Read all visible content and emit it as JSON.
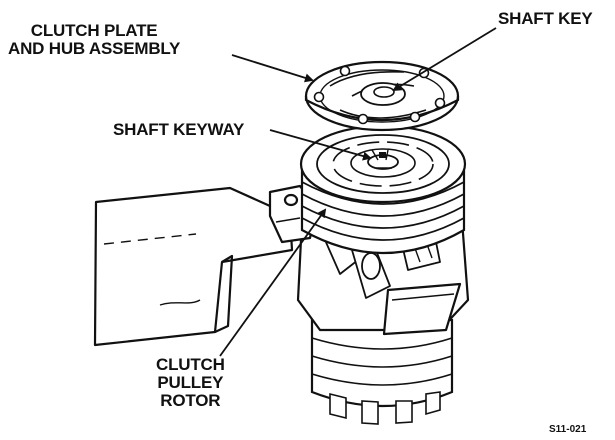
{
  "labels": {
    "clutch_plate_hub": [
      "CLUTCH PLATE",
      "AND HUB ASSEMBLY"
    ],
    "shaft_key": "SHAFT KEY",
    "shaft_keyway": "SHAFT KEYWAY",
    "clutch_pulley_rotor": [
      "CLUTCH",
      "PULLEY",
      "ROTOR"
    ],
    "figure_code": "S11-021"
  },
  "colors": {
    "ink": "#111111",
    "paper": "#ffffff"
  }
}
